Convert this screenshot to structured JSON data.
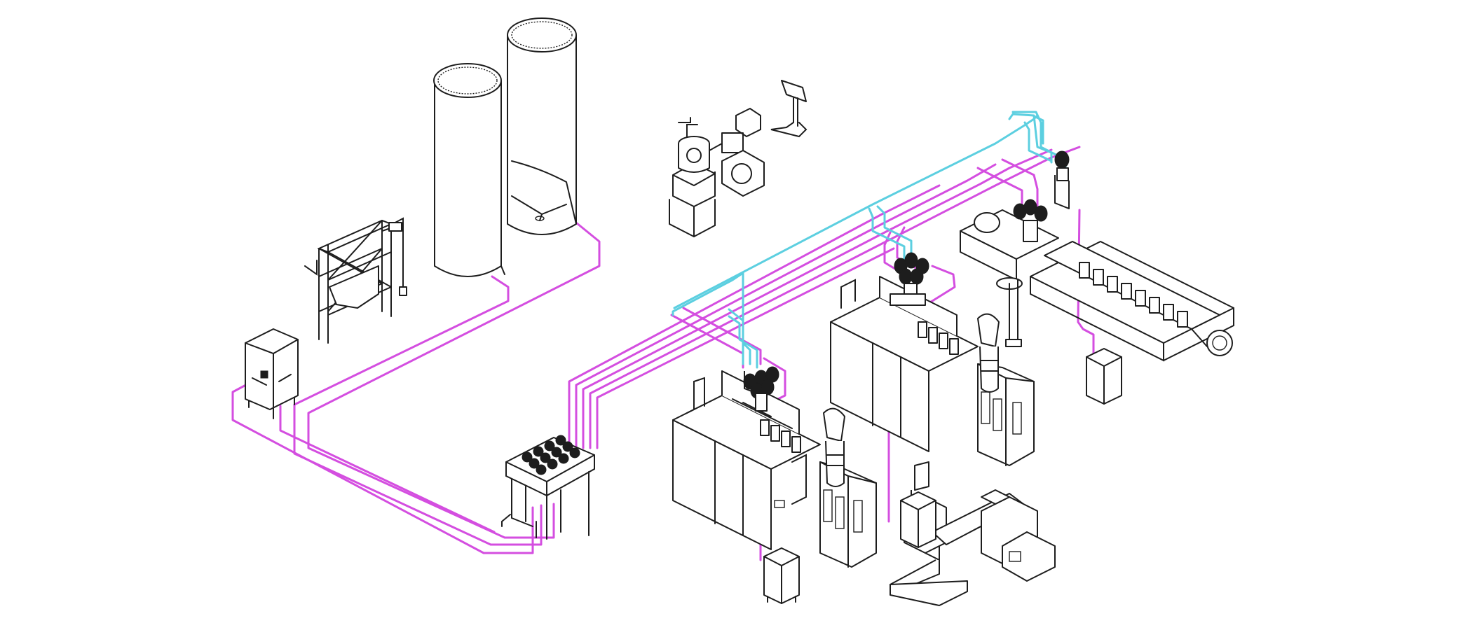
{
  "colors": {
    "background": "#ffffff",
    "linework": "#1d1d1d",
    "material_conveying_line": "#d44ee0",
    "vacuum_air_line": "#5ccfe0"
  },
  "components": [
    {
      "id": "silo-left",
      "icon": "storage-silo"
    },
    {
      "id": "silo-right",
      "icon": "storage-silo-with-hopper"
    },
    {
      "id": "bulk-bag-unloader",
      "icon": "bulk-bag-station"
    },
    {
      "id": "vacuum-station",
      "icon": "vacuum-pump"
    },
    {
      "id": "control-panel",
      "icon": "control-terminal"
    },
    {
      "id": "raw-material-hopper-left",
      "icon": "hopper-dryer"
    },
    {
      "id": "selection-manifold",
      "icon": "coupling-station"
    },
    {
      "id": "extrusion-line-front",
      "icon": "extruder-line"
    },
    {
      "id": "extrusion-line-middle",
      "icon": "extruder-line"
    },
    {
      "id": "compounding-extruder",
      "icon": "twin-screw-extruder"
    },
    {
      "id": "granulator",
      "icon": "granulator"
    }
  ]
}
